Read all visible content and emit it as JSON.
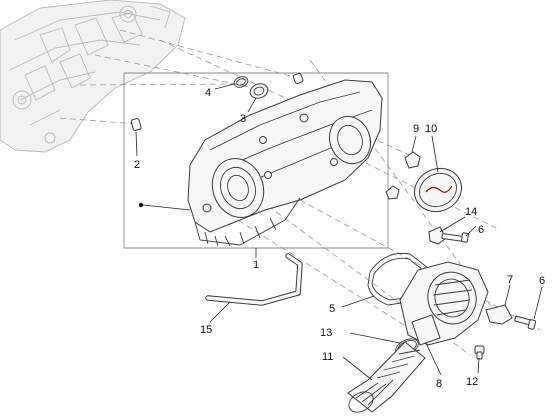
{
  "labels": {
    "l1": "1",
    "l2": "2",
    "l3": "3",
    "l4": "4",
    "l5": "5",
    "l6a": "6",
    "l6b": "6",
    "l7": "7",
    "l8": "8",
    "l9": "9",
    "l10": "10",
    "l11": "11",
    "l12": "12",
    "l13": "13",
    "l14": "14",
    "l15": "15"
  }
}
